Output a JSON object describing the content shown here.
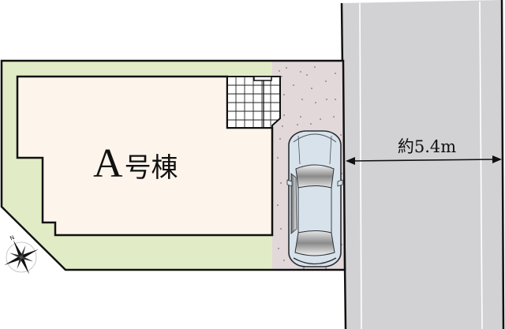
{
  "site_plan": {
    "building": {
      "label_letter": "A",
      "label_suffix": "号棟"
    },
    "road": {
      "width_label": "約5.4m"
    },
    "compass": {
      "north_label": "N"
    },
    "colors": {
      "garden_green": "#e1ecc6",
      "building_fill": "#fdf5ec",
      "parking_fill": "#e2d8da",
      "road_gray": "#d2d2d4",
      "car_body": "#d8e2ea",
      "outline": "#111111"
    }
  }
}
